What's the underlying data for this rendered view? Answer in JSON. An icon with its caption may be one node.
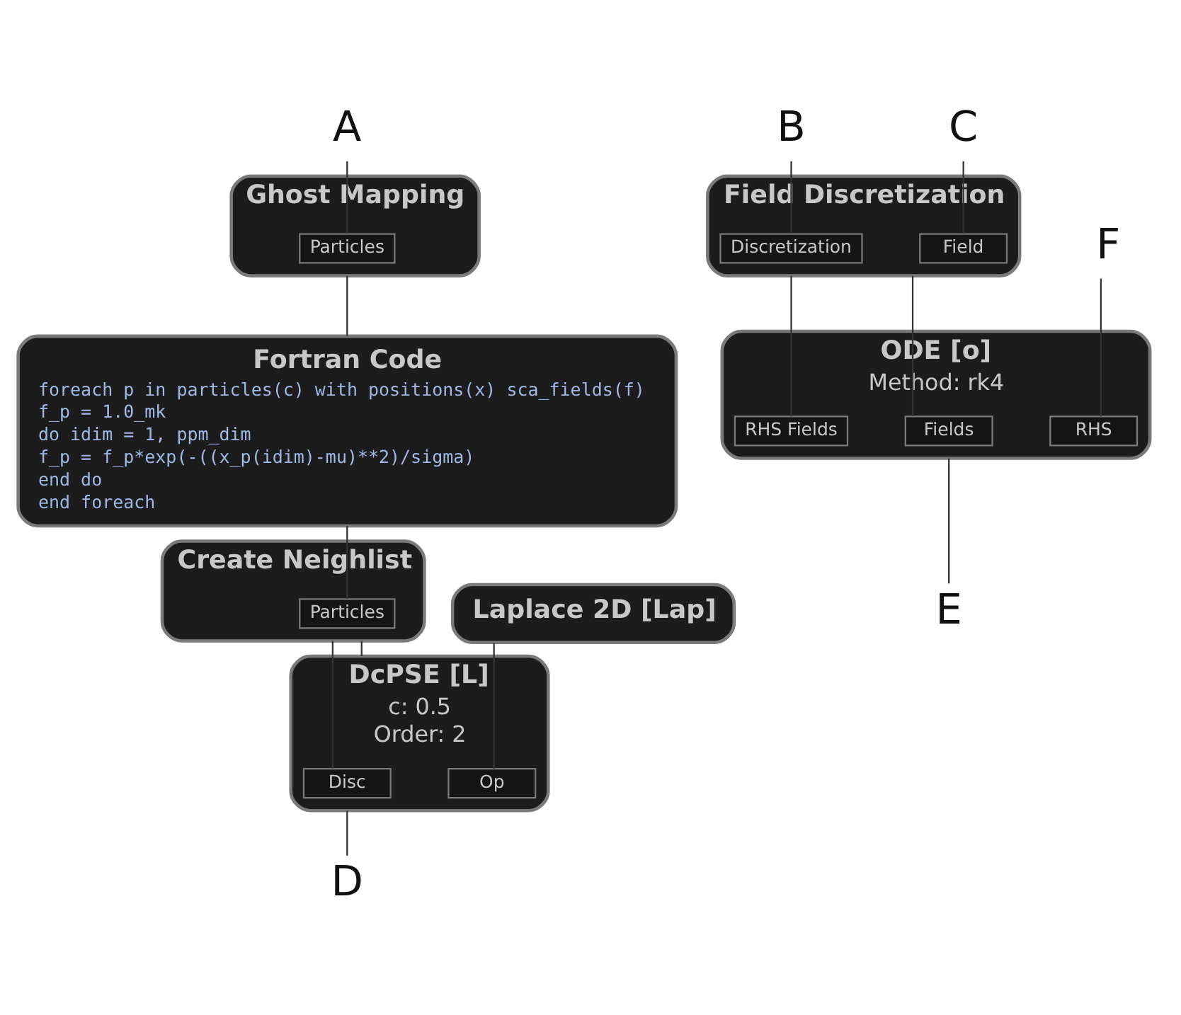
{
  "diagram": {
    "nodes": [
      {
        "text": [
          "A"
        ]
      },
      {
        "text": [
          "Ghost Mapping"
        ]
      },
      {
        "text": [
          "Particles"
        ],
        "in": 1
      },
      {
        "text": [
          "Fortran Code",
          "foreach p in particles(c) with positions(x) sca_fields(f)",
          "f_p = 1.0_mk",
          "do idim = 1, ppm_dim",
          "f_p = f_p*exp(-((x_p(idim)-mu)**2)/sigma)",
          "end do",
          "end foreach"
        ]
      },
      {
        "text": [
          "Create Neighlist"
        ]
      },
      {
        "text": [
          "Particles"
        ],
        "in": 4
      },
      {
        "text": [
          "Laplace 2D [Lap]"
        ]
      },
      {
        "text": [
          "DcPSE [L]",
          "c: 0.5",
          "Order: 2"
        ]
      },
      {
        "text": [
          "Disc"
        ],
        "in": 7
      },
      {
        "text": [
          "Op"
        ],
        "in": 7
      },
      {
        "text": [
          "D"
        ]
      },
      {
        "text": [
          "B"
        ]
      },
      {
        "text": [
          "C"
        ]
      },
      {
        "text": [
          "Field Discretization"
        ]
      },
      {
        "text": [
          "Discretization"
        ],
        "in": 13
      },
      {
        "text": [
          "Field"
        ],
        "in": 13
      },
      {
        "text": [
          "F"
        ]
      },
      {
        "text": [
          "ODE [o]",
          "Method: rk4"
        ]
      },
      {
        "text": [
          "Fields"
        ],
        "in": 17
      },
      {
        "text": [
          "RHS"
        ],
        "in": 17
      },
      {
        "text": [
          "RHS Fields"
        ],
        "in": 17
      },
      {
        "text": [
          "E"
        ]
      }
    ],
    "edges": [
      {
        "from": 0,
        "to": 2,
        "arrow": "none"
      },
      {
        "from": 1,
        "to": 3,
        "arrow": "none"
      },
      {
        "from": 3,
        "to": 5,
        "arrow": "none"
      },
      {
        "from": 4,
        "to": 8,
        "arrow": "none"
      },
      {
        "from": 4,
        "to": 7,
        "arrow": "none"
      },
      {
        "from": 6,
        "to": 9,
        "arrow": "none"
      },
      {
        "from": 7,
        "to": 10,
        "arrow": "none"
      },
      {
        "from": 11,
        "to": 14,
        "arrow": "none"
      },
      {
        "from": 12,
        "to": 15,
        "arrow": "none"
      },
      {
        "from": 13,
        "to": 18,
        "arrow": "none"
      },
      {
        "from": 13,
        "to": 20,
        "arrow": "none"
      },
      {
        "from": 16,
        "to": 19,
        "arrow": "none"
      },
      {
        "from": 17,
        "to": 21,
        "arrow": "none"
      }
    ]
  }
}
